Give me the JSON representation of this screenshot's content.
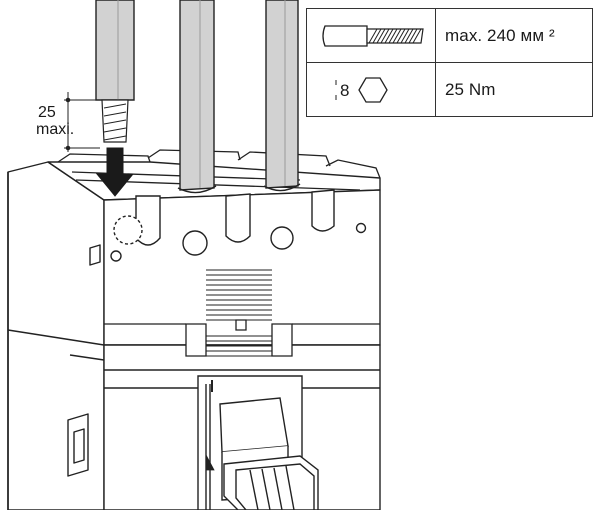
{
  "strip_length": {
    "value": "25",
    "label": "maxi."
  },
  "spec_table": {
    "cable_section": {
      "icon": "stripped-cable-icon",
      "value": "max. 240 мм ²"
    },
    "tightening_torque": {
      "icon": "hex-socket-icon",
      "tool_size": "8",
      "value": "25 Nm"
    }
  },
  "colors": {
    "line": "#222222",
    "cable_fill": "#d2d2d2",
    "arrow_fill": "#1a1a1a",
    "background": "#ffffff"
  }
}
